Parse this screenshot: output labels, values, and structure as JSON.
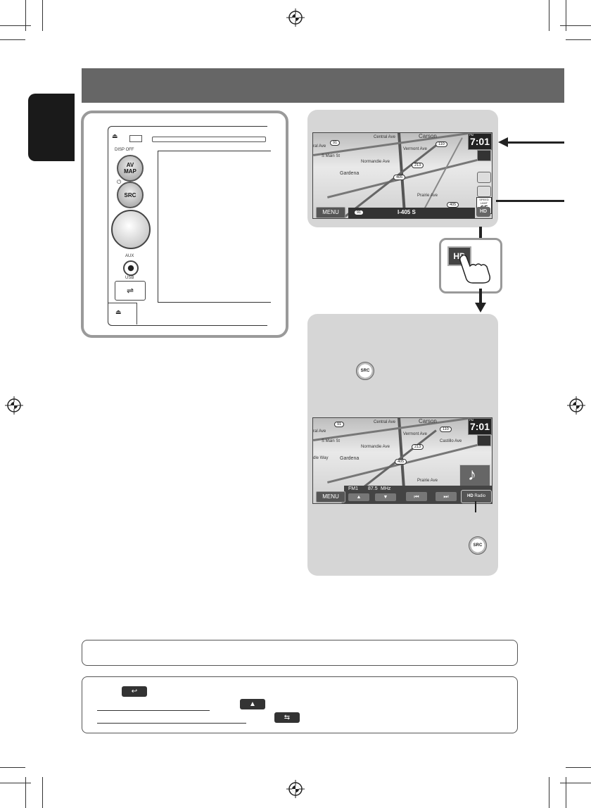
{
  "device": {
    "eject_symbol": "⏏",
    "dispoff_label": "DISP OFF",
    "av_label": "AV\nMAP",
    "power_symbol": "⏻",
    "src_label": "SRC",
    "aux_label": "AUX",
    "usb_label": "USB"
  },
  "map_top": {
    "labels": [
      "Central Ave",
      "Carson",
      "Vermont Ave",
      "Normandie Ave",
      "Gardena",
      "Prairie Ave",
      "S Main St",
      "ral Ave"
    ],
    "shields": [
      "91",
      "110",
      "213",
      "405",
      "405",
      "91"
    ],
    "clock": "7:01",
    "clock_band": "PM",
    "menu": "MENU",
    "road_name": "I-405 S",
    "speed_limit_label": "SPEED LIMIT",
    "speed_limit_value": "65",
    "hd_label": "HD"
  },
  "map_bottom": {
    "labels": [
      "Central Ave",
      "Carson",
      "Vermont Ave",
      "Normandie Ave",
      "Gardena",
      "Prairie Ave",
      "S Main St",
      "ral Ave",
      "Castillo Ave",
      "dle Way"
    ],
    "shields": [
      "91",
      "110",
      "213",
      "405"
    ],
    "clock": "7:01",
    "clock_band": "PM",
    "menu": "MENU",
    "band": "FM1",
    "freq": "87.5",
    "freq_unit": "MHz",
    "up": "▲",
    "down": "▼",
    "prev": "⏮",
    "next": "⏭",
    "radio_label": "Radio",
    "hd_label": "HD",
    "note_icon": "♪"
  },
  "src_icon_label": "SRC",
  "hd_touch_label": "HD",
  "notes": {
    "icons": [
      "↩",
      "▲",
      "⇆"
    ]
  }
}
